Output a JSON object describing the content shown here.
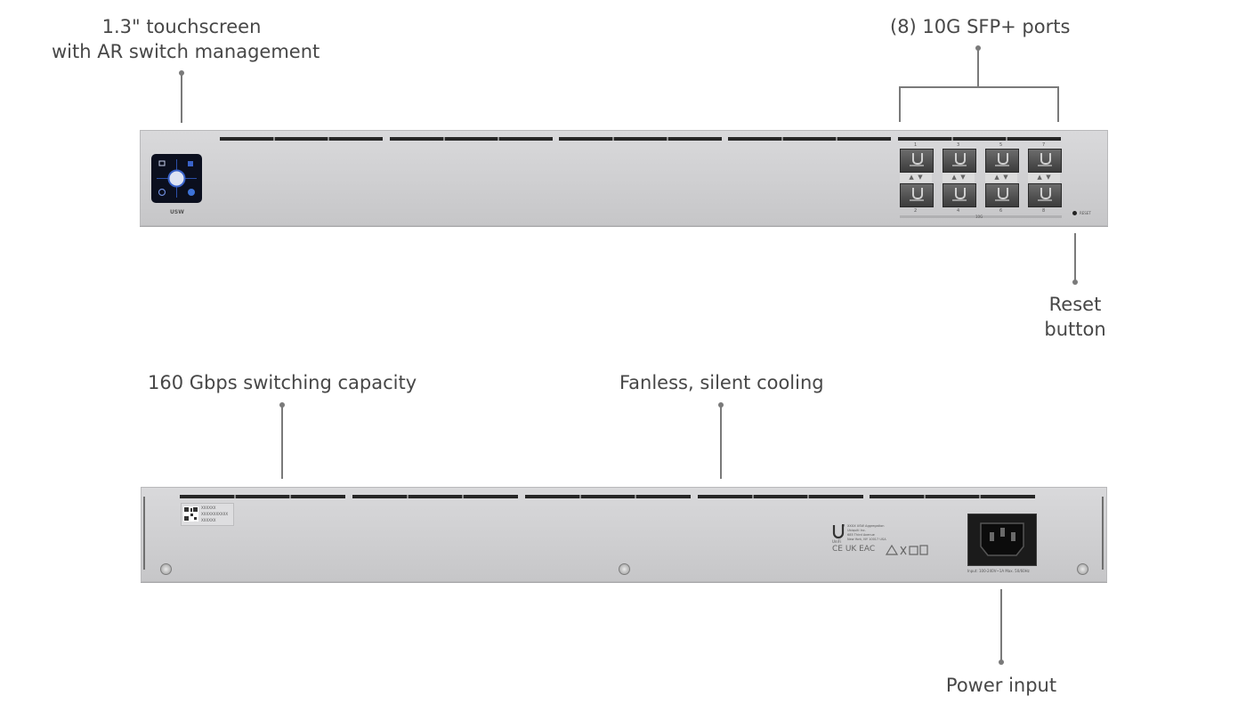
{
  "callouts": {
    "touchscreen_line1": "1.3\" touchscreen",
    "touchscreen_line2": "with AR switch management",
    "sfp_ports": "(8) 10G SFP+ ports",
    "reset_line1": "Reset",
    "reset_line2": "button",
    "switching_capacity": "160 Gbps switching capacity",
    "cooling": "Fanless, silent cooling",
    "power_input": "Power input"
  },
  "front_panel": {
    "screen_brand": "USW",
    "reset_label": "RESET",
    "port_numbers_top": [
      "1",
      "3",
      "5",
      "7"
    ],
    "port_numbers_bottom": [
      "2",
      "4",
      "6",
      "8"
    ],
    "port_group_label": "10G",
    "led_glyphs": [
      "▲",
      "▼"
    ]
  },
  "rear_panel": {
    "sticker_lines": [
      "XXXXXX",
      "XXXXXXXXXXX",
      "XXXXXX"
    ],
    "product_lines": [
      "XXXX USW Aggregation",
      "Ubiquiti Inc.",
      "685 Third Avenue",
      "New York, NY 10017 USA"
    ],
    "brand_small": "UniFi",
    "cert_marks": "CE UK EAC",
    "power_rating": "Input: 100-240V~1A Max. 50/60Hz"
  }
}
